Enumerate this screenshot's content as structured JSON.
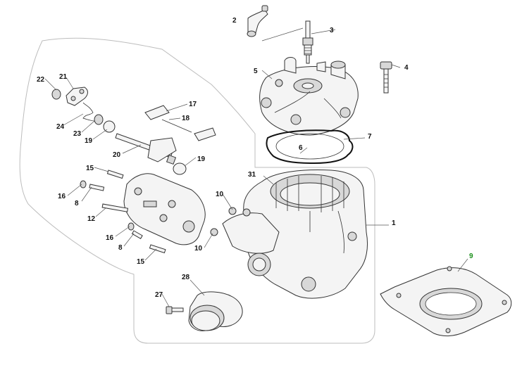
{
  "diagram": {
    "title": "Cylinder and cylinder head exploded view",
    "highlight_color": "#1a8f1a",
    "callouts": [
      {
        "id": "c2",
        "label": "2"
      },
      {
        "id": "c3",
        "label": "3"
      },
      {
        "id": "c4",
        "label": "4"
      },
      {
        "id": "c5",
        "label": "5"
      },
      {
        "id": "c6",
        "label": "6"
      },
      {
        "id": "c7",
        "label": "7"
      },
      {
        "id": "c22",
        "label": "22"
      },
      {
        "id": "c21",
        "label": "21"
      },
      {
        "id": "c17",
        "label": "17"
      },
      {
        "id": "c18",
        "label": "18"
      },
      {
        "id": "c24",
        "label": "24"
      },
      {
        "id": "c23",
        "label": "23"
      },
      {
        "id": "c19a",
        "label": "19"
      },
      {
        "id": "c20",
        "label": "20"
      },
      {
        "id": "c19b",
        "label": "19"
      },
      {
        "id": "c15a",
        "label": "15"
      },
      {
        "id": "c31",
        "label": "31"
      },
      {
        "id": "c16a",
        "label": "16"
      },
      {
        "id": "c8a",
        "label": "8"
      },
      {
        "id": "c10a",
        "label": "10"
      },
      {
        "id": "c12",
        "label": "12"
      },
      {
        "id": "c1",
        "label": "1"
      },
      {
        "id": "c16b",
        "label": "16"
      },
      {
        "id": "c8b",
        "label": "8"
      },
      {
        "id": "c10b",
        "label": "10"
      },
      {
        "id": "c9",
        "label": "9",
        "highlighted": true
      },
      {
        "id": "c15b",
        "label": "15"
      },
      {
        "id": "c28",
        "label": "28"
      },
      {
        "id": "c27",
        "label": "27"
      }
    ]
  }
}
